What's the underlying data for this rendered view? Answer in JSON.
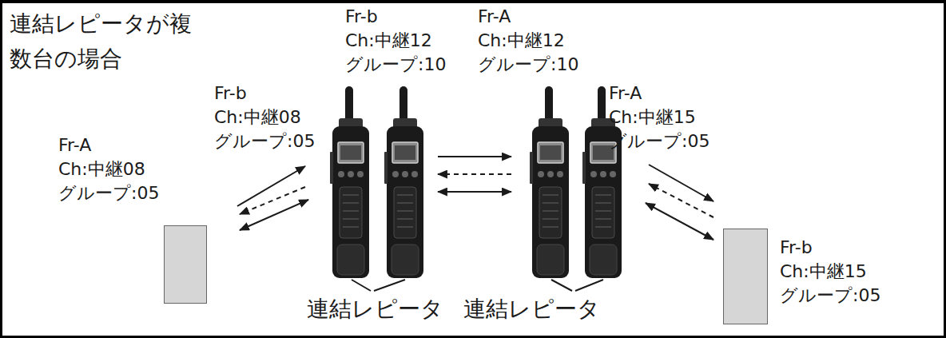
{
  "diagram": {
    "title": "連結レピータが複数台の場合",
    "nodes": [
      {
        "text": [
          "Fr-A",
          "Ch:中継08",
          "グループ:05"
        ]
      },
      {
        "text": [
          "Fr-b",
          "Ch:中継08",
          "グループ:05"
        ]
      },
      {
        "text": [
          "Fr-b",
          "Ch:中継12",
          "グループ:10"
        ]
      },
      {
        "text": [
          "Fr-A",
          "Ch:中継12",
          "グループ:10"
        ]
      },
      {
        "text": [
          "Fr-A",
          "Ch:中継15",
          "グループ:05"
        ]
      },
      {
        "text": [
          "Fr-b",
          "Ch:中継15",
          "グループ:05"
        ]
      }
    ],
    "edges": [
      {
        "from": 0,
        "to": 1,
        "arrow": "to"
      },
      {
        "from": 1,
        "to": 0,
        "arrow": "to"
      },
      {
        "from": 0,
        "to": 1,
        "arrow": "both"
      },
      {
        "from": 2,
        "to": 3,
        "arrow": "to"
      },
      {
        "from": 3,
        "to": 2,
        "arrow": "to"
      },
      {
        "from": 2,
        "to": 3,
        "arrow": "both"
      },
      {
        "from": 4,
        "to": 5,
        "arrow": "to"
      },
      {
        "from": 5,
        "to": 4,
        "arrow": "to"
      },
      {
        "from": 4,
        "to": 5,
        "arrow": "both"
      }
    ],
    "labels": [
      "連結レピータ",
      "連結レピータ"
    ]
  }
}
